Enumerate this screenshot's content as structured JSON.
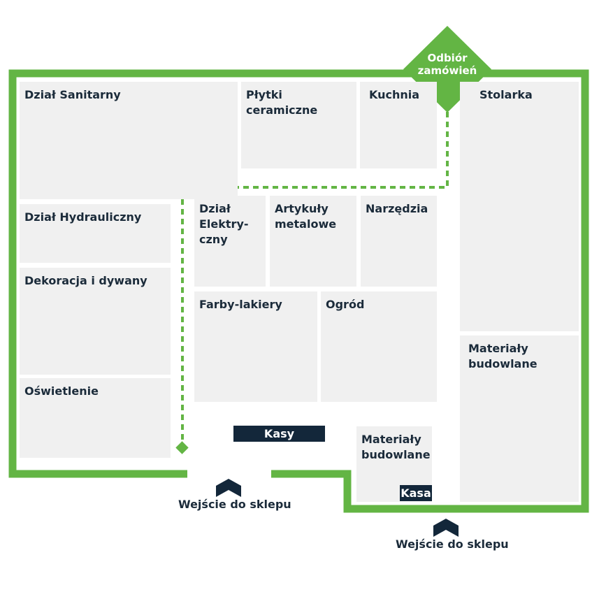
{
  "colors": {
    "wall": "#63b544",
    "zone": "#f0f0f0",
    "dark": "#13273a",
    "text": "#1b2b3a"
  },
  "pickup": {
    "label": "Odbiór\nzamówień"
  },
  "zones": {
    "sanitarny": "Dział Sanitarny",
    "plytki": "Płytki\nceramiczne",
    "kuchnia": "Kuchnia",
    "stolarka": "Stolarka",
    "hydrauliczny": "Dział Hydrauliczny",
    "elektryczny": "Dział\nElektry-\nczny",
    "metalowe": "Artykuły\nmetalowe",
    "narzedzia": "Narzędzia",
    "dekoracja": "Dekoracja i dywany",
    "farby": "Farby-lakiery",
    "ogrod": "Ogród",
    "materialy_main": "Materiały\nbudowlane",
    "oswietlenie": "Oświetlenie",
    "materialy_small": "Materiały\nbudowlane"
  },
  "checkouts": {
    "kasy": "Kasy",
    "kasa": "Kasa"
  },
  "entrances": {
    "left": "Wejście do sklepu",
    "right": "Wejście do sklepu"
  },
  "icons": {
    "entrance": "entrance-chevron-icon",
    "path_end": "diamond-marker-icon"
  }
}
